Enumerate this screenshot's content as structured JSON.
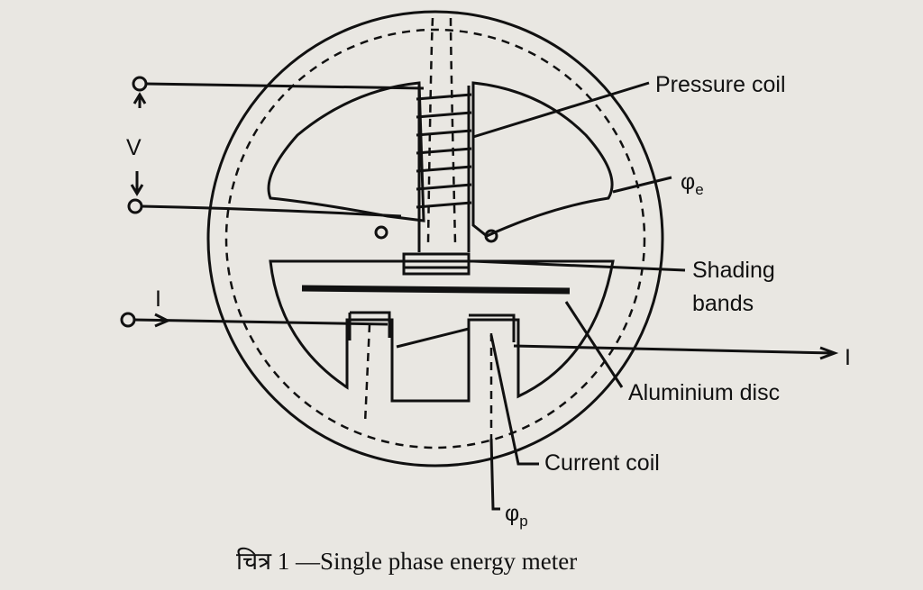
{
  "diagram": {
    "labels": {
      "pressure_coil": "Pressure coil",
      "phi_e": "φ",
      "phi_e_sub": "e",
      "shading_bands_1": "Shading",
      "shading_bands_2": "bands",
      "aluminium_disc": "Aluminium disc",
      "current_coil": "Current coil",
      "phi_p": "φ",
      "phi_p_sub": "p",
      "voltage": "V",
      "current_in": "I",
      "current_out": "I"
    },
    "caption": "चित्र 1 —Single phase energy meter"
  }
}
